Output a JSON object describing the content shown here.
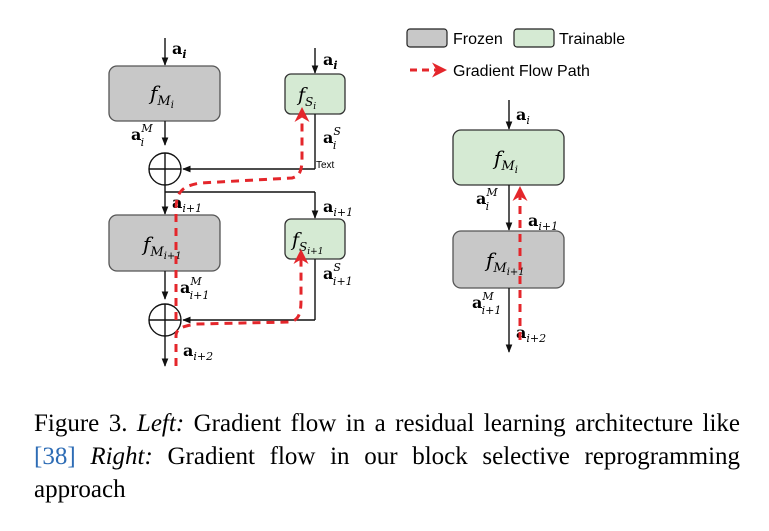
{
  "legend": {
    "frozen_label": "Frozen",
    "trainable_label": "Trainable",
    "gradient_label": "Gradient Flow Path"
  },
  "colors": {
    "frozen": "#c8c8c8",
    "trainable": "#d5ead3",
    "gradient": "#e4262b",
    "stroke": "#222222"
  },
  "left_diagram": {
    "input_label": "a",
    "input_sub": "i",
    "side_input_label": "a",
    "side_input_sub": "i",
    "block1": {
      "f": "f",
      "sub": "M",
      "subsub": "i"
    },
    "block1_out": {
      "base": "a",
      "sup": "M",
      "sub": "i"
    },
    "side1": {
      "f": "f",
      "sub": "S",
      "subsub": "i"
    },
    "side1_out": {
      "base": "a",
      "sup": "S",
      "sub": "i"
    },
    "text_marker": "Text",
    "mid_label": {
      "base": "a",
      "sub": "i+1"
    },
    "side_mid_label": {
      "base": "a",
      "sub": "i+1"
    },
    "block2": {
      "f": "f",
      "sub": "M",
      "subsub": "i+1"
    },
    "block2_out": {
      "base": "a",
      "sup": "M",
      "sub": "i+1"
    },
    "side2": {
      "f": "f",
      "sub": "S",
      "subsub": "i+1"
    },
    "side2_out": {
      "base": "a",
      "sup": "S",
      "sub": "i+1"
    },
    "output_label": {
      "base": "a",
      "sub": "i+2"
    }
  },
  "right_diagram": {
    "input_label": {
      "base": "a",
      "sub": "i"
    },
    "block1": {
      "f": "f",
      "sub": "M",
      "subsub": "i"
    },
    "block1_out": {
      "base": "a",
      "sup": "M",
      "sub": "i"
    },
    "grad_label": {
      "base": "a",
      "sub": "i+1"
    },
    "block2": {
      "f": "f",
      "sub": "M",
      "subsub": "i+1"
    },
    "block2_out": {
      "base": "a",
      "sup": "M",
      "sub": "i+1"
    },
    "output_label": {
      "base": "a",
      "sub": "i+2"
    }
  },
  "caption": {
    "prefix": "Figure 3.",
    "left_label": "Left:",
    "left_text": "Gradient flow in a residual learning architecture like",
    "citation": "[38]",
    "right_label": "Right:",
    "right_text": "Gradient flow in our block selective reprogramming approach"
  }
}
